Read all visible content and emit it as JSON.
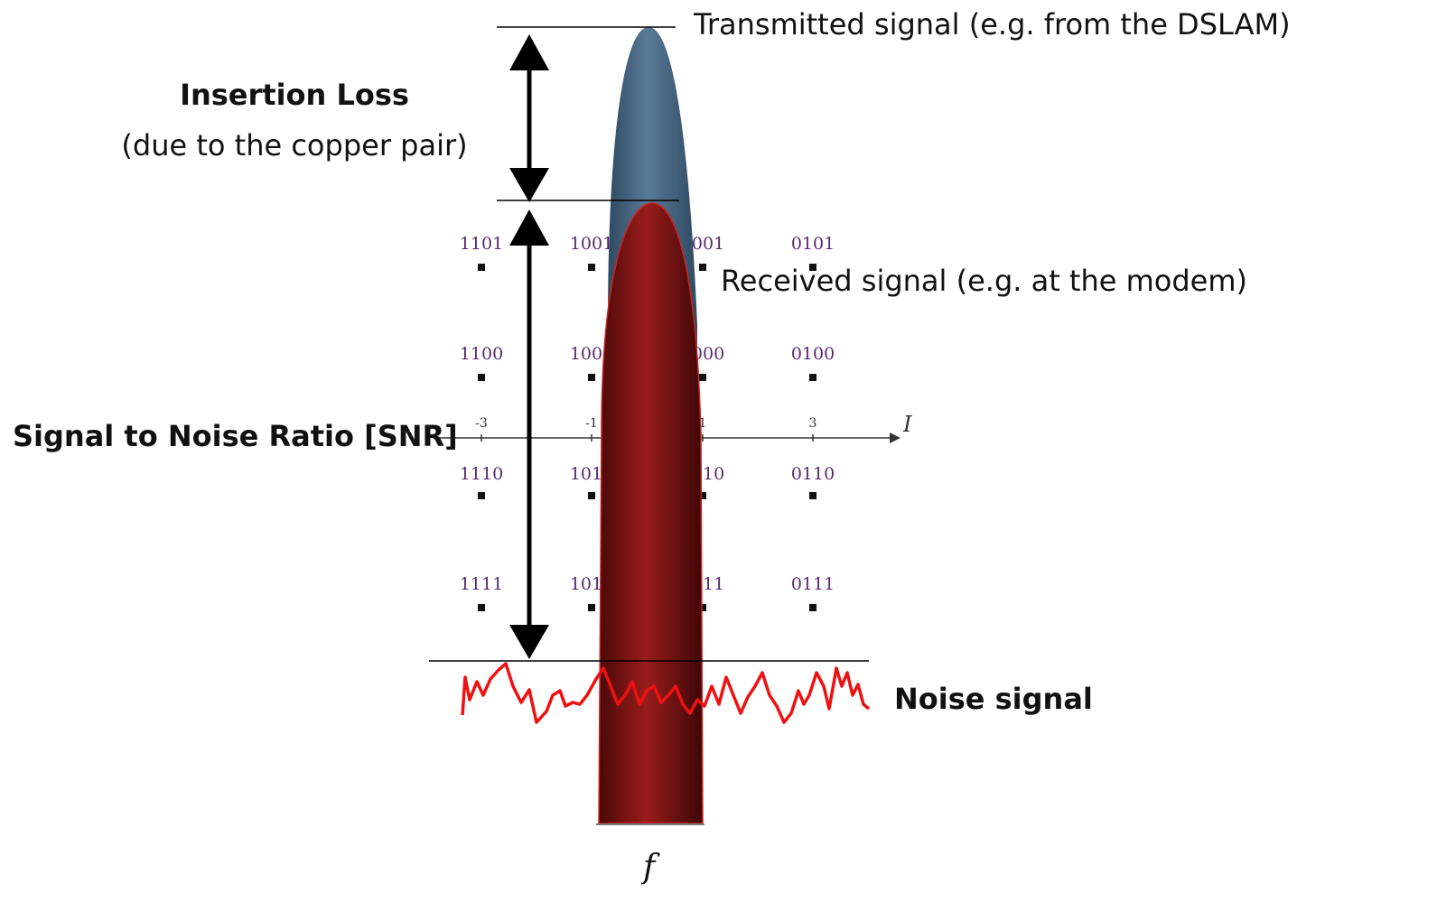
{
  "labels": {
    "transmitted": "Transmitted signal (e.g. from the DSLAM)",
    "received": "Received signal (e.g. at the modem)",
    "insertion_loss_title": "Insertion Loss",
    "insertion_loss_sub": "(due to the copper pair)",
    "snr": "Signal to Noise Ratio [SNR]",
    "noise": "Noise signal",
    "freq_axis": "f"
  },
  "constellation": {
    "axis_label": "I",
    "tick_labels": [
      "-3",
      "-1",
      "1",
      "3"
    ],
    "rows": [
      [
        "1101",
        "1001",
        "0001",
        "0101"
      ],
      [
        "1100",
        "1000",
        "0000",
        "0100"
      ],
      [
        "1110",
        "1010",
        "0010",
        "0110"
      ],
      [
        "1111",
        "1011",
        "0011",
        "0111"
      ]
    ]
  },
  "colors": {
    "transmitted": "#4f6d87",
    "received": "#8b1414",
    "noise": "#ee1111",
    "constellation_text": "#5a2a6e",
    "lines": "#000000"
  }
}
